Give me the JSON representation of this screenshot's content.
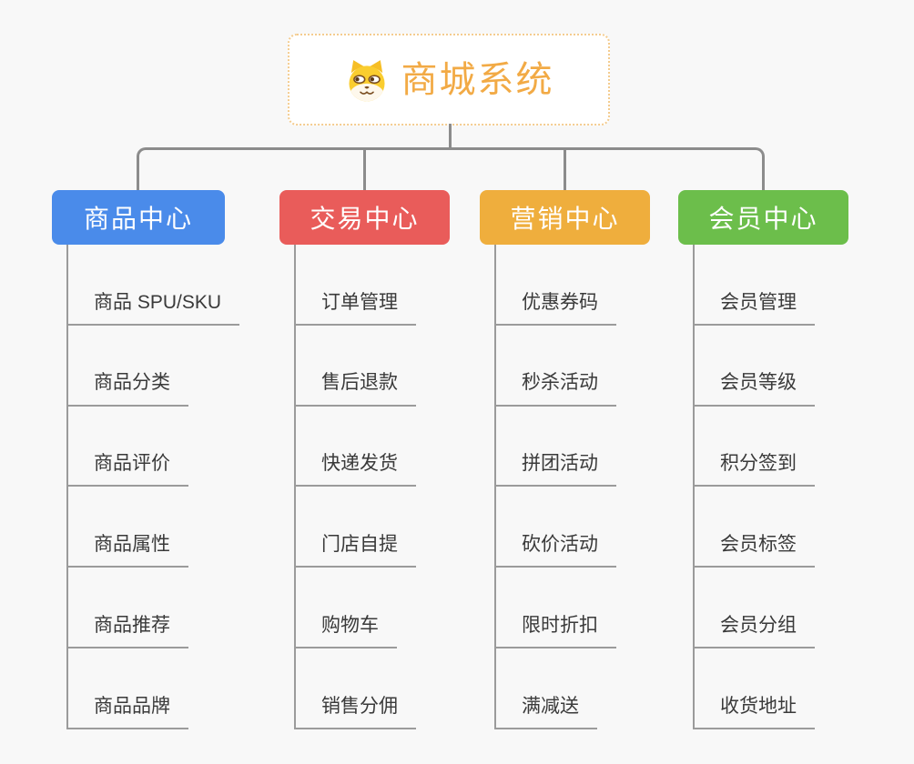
{
  "root": {
    "title": "商城系统",
    "icon": "dog-face-icon"
  },
  "branches": [
    {
      "label": "商品中心",
      "color": "#4A8BEA",
      "items": [
        "商品 SPU/SKU",
        "商品分类",
        "商品评价",
        "商品属性",
        "商品推荐",
        "商品品牌"
      ]
    },
    {
      "label": "交易中心",
      "color": "#E95C5A",
      "items": [
        "订单管理",
        "售后退款",
        "快递发货",
        "门店自提",
        "购物车",
        "销售分佣"
      ]
    },
    {
      "label": "营销中心",
      "color": "#EFAE3D",
      "items": [
        "优惠券码",
        "秒杀活动",
        "拼团活动",
        "砍价活动",
        "限时折扣",
        "满减送"
      ]
    },
    {
      "label": "会员中心",
      "color": "#6CBE4B",
      "items": [
        "会员管理",
        "会员等级",
        "积分签到",
        "会员标签",
        "会员分组",
        "收货地址"
      ]
    }
  ],
  "colors": {
    "background": "#f8f8f8",
    "root_title": "#F2AA45",
    "root_border": "#f4cc8f",
    "connector": "#8c8c8c",
    "leaf_line": "#9b9b9b",
    "leaf_text": "#3a3a3a"
  }
}
